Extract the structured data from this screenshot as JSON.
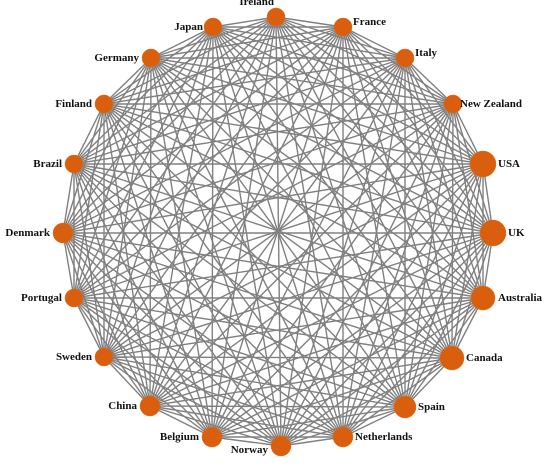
{
  "diagram": {
    "type": "complete-network",
    "colors": {
      "node": "#d95f0e",
      "edge": "#808080",
      "label": "#111111"
    },
    "nodes": [
      {
        "id": "ireland",
        "label": "Ireland"
      },
      {
        "id": "france",
        "label": "France"
      },
      {
        "id": "italy",
        "label": "Italy"
      },
      {
        "id": "new-zealand",
        "label": "New Zealand"
      },
      {
        "id": "usa",
        "label": "USA"
      },
      {
        "id": "uk",
        "label": "UK"
      },
      {
        "id": "australia",
        "label": "Australia"
      },
      {
        "id": "canada",
        "label": "Canada"
      },
      {
        "id": "spain",
        "label": "Spain"
      },
      {
        "id": "netherlands",
        "label": "Netherlands"
      },
      {
        "id": "norway",
        "label": "Norway"
      },
      {
        "id": "belgium",
        "label": "Belgium"
      },
      {
        "id": "china",
        "label": "China"
      },
      {
        "id": "sweden",
        "label": "Sweden"
      },
      {
        "id": "portugal",
        "label": "Portugal"
      },
      {
        "id": "denmark",
        "label": "Denmark"
      },
      {
        "id": "brazil",
        "label": "Brazil"
      },
      {
        "id": "finland",
        "label": "Finland"
      },
      {
        "id": "germany",
        "label": "Germany"
      },
      {
        "id": "japan",
        "label": "Japan"
      }
    ]
  }
}
